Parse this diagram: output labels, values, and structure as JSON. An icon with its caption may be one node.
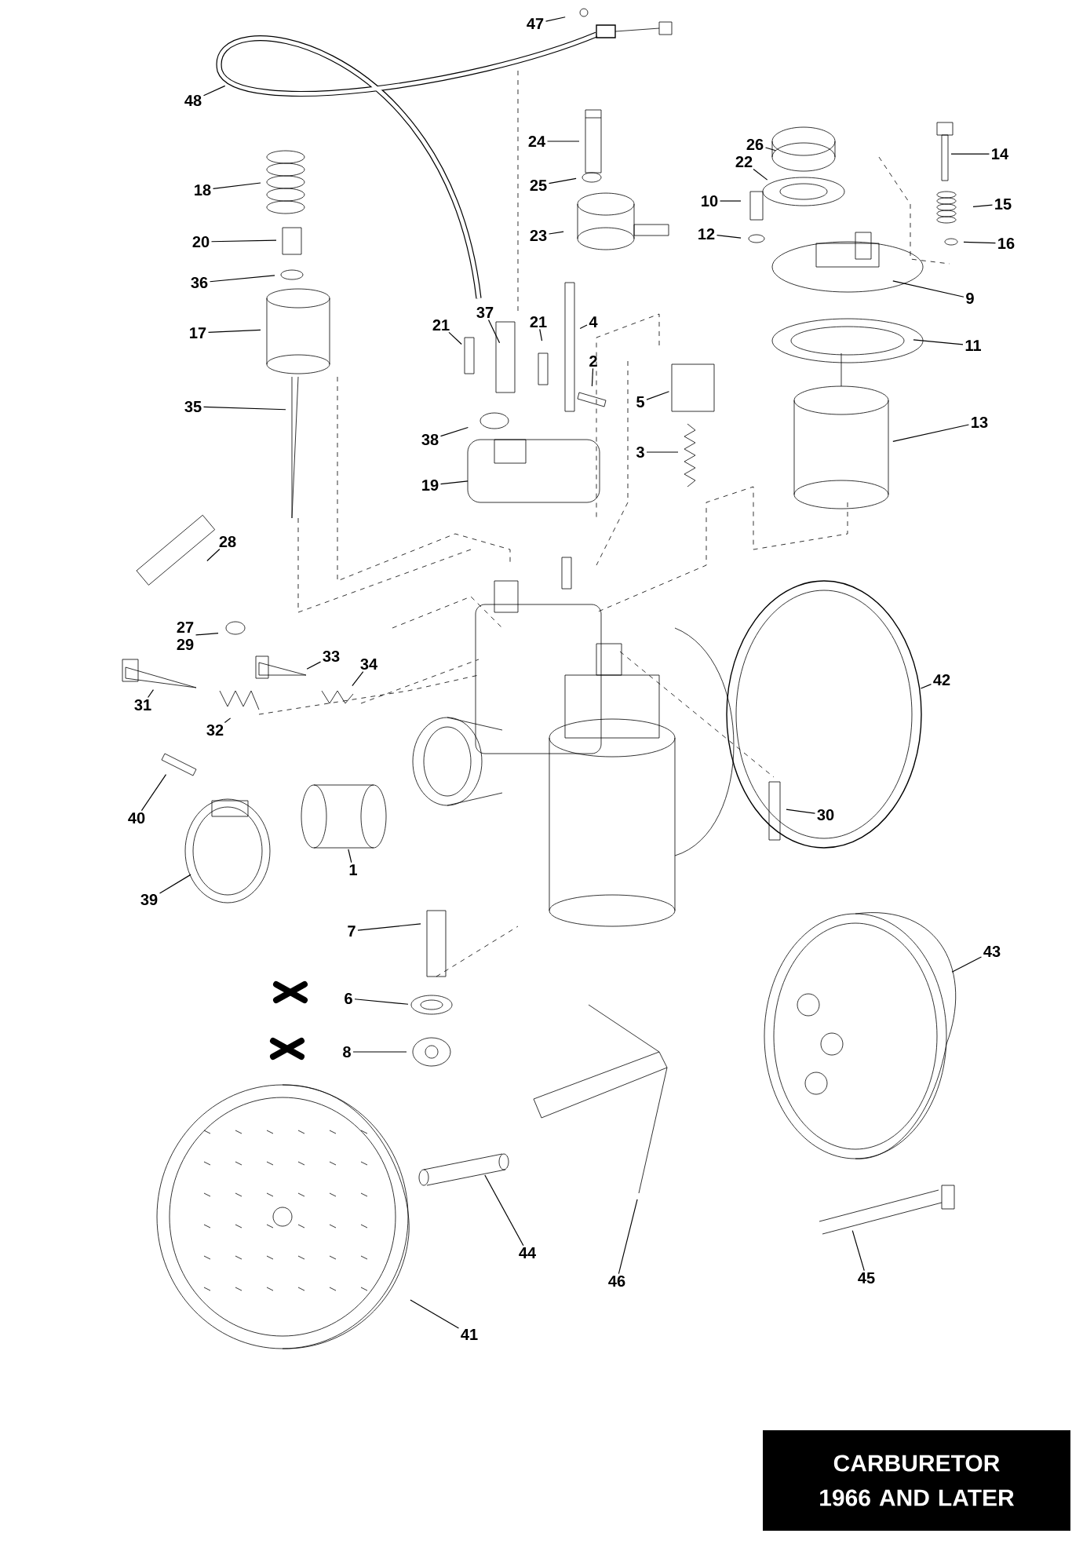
{
  "diagram": {
    "title": "CARBURETOR 1966 AND LATER",
    "nodes": [
      {
        "text": [
          "47"
        ]
      },
      {
        "text": [
          "48"
        ]
      },
      {
        "text": [
          "24"
        ]
      },
      {
        "text": [
          "26"
        ]
      },
      {
        "text": [
          "14"
        ]
      },
      {
        "text": [
          "22"
        ]
      },
      {
        "text": [
          "25"
        ]
      },
      {
        "text": [
          "18"
        ]
      },
      {
        "text": [
          "10"
        ]
      },
      {
        "text": [
          "15"
        ]
      },
      {
        "text": [
          "23"
        ]
      },
      {
        "text": [
          "12"
        ]
      },
      {
        "text": [
          "20"
        ]
      },
      {
        "text": [
          "16"
        ]
      },
      {
        "text": [
          "36"
        ]
      },
      {
        "text": [
          "9"
        ]
      },
      {
        "text": [
          "21"
        ]
      },
      {
        "text": [
          "37"
        ]
      },
      {
        "text": [
          "21"
        ]
      },
      {
        "text": [
          "4"
        ]
      },
      {
        "text": [
          "17"
        ]
      },
      {
        "text": [
          "11"
        ]
      },
      {
        "text": [
          "2"
        ]
      },
      {
        "text": [
          "5"
        ]
      },
      {
        "text": [
          "35"
        ]
      },
      {
        "text": [
          "13"
        ]
      },
      {
        "text": [
          "38"
        ]
      },
      {
        "text": [
          "3"
        ]
      },
      {
        "text": [
          "19"
        ]
      },
      {
        "text": [
          "28"
        ]
      },
      {
        "text": [
          "27",
          "29"
        ]
      },
      {
        "text": [
          "33"
        ]
      },
      {
        "text": [
          "34"
        ]
      },
      {
        "text": [
          "31"
        ]
      },
      {
        "text": [
          "32"
        ]
      },
      {
        "text": [
          "42"
        ]
      },
      {
        "text": [
          "40"
        ]
      },
      {
        "text": [
          "30"
        ]
      },
      {
        "text": [
          "1"
        ]
      },
      {
        "text": [
          "39"
        ]
      },
      {
        "text": [
          "7"
        ]
      },
      {
        "text": [
          "43"
        ]
      },
      {
        "text": [
          "6"
        ]
      },
      {
        "text": [
          "8"
        ]
      },
      {
        "text": [
          "44"
        ]
      },
      {
        "text": [
          "46"
        ]
      },
      {
        "text": [
          "45"
        ]
      },
      {
        "text": [
          "41"
        ]
      }
    ],
    "edges": [
      {
        "from": 0,
        "to": null,
        "arrow": "none"
      },
      {
        "from": 1,
        "to": null,
        "arrow": "none"
      },
      {
        "from": 2,
        "to": null,
        "arrow": "none"
      },
      {
        "from": 3,
        "to": null,
        "arrow": "none"
      },
      {
        "from": 4,
        "to": null,
        "arrow": "none"
      },
      {
        "from": 5,
        "to": null,
        "arrow": "none"
      },
      {
        "from": 6,
        "to": null,
        "arrow": "none"
      },
      {
        "from": 7,
        "to": null,
        "arrow": "none"
      },
      {
        "from": 8,
        "to": null,
        "arrow": "none"
      },
      {
        "from": 9,
        "to": null,
        "arrow": "none"
      },
      {
        "from": 10,
        "to": null,
        "arrow": "none"
      },
      {
        "from": 11,
        "to": null,
        "arrow": "none"
      },
      {
        "from": 12,
        "to": null,
        "arrow": "none"
      },
      {
        "from": 13,
        "to": null,
        "arrow": "none"
      },
      {
        "from": 14,
        "to": null,
        "arrow": "none"
      },
      {
        "from": 15,
        "to": null,
        "arrow": "none"
      },
      {
        "from": 16,
        "to": null,
        "arrow": "none"
      },
      {
        "from": 17,
        "to": null,
        "arrow": "none"
      },
      {
        "from": 18,
        "to": null,
        "arrow": "none"
      },
      {
        "from": 19,
        "to": null,
        "arrow": "none"
      },
      {
        "from": 20,
        "to": null,
        "arrow": "none"
      },
      {
        "from": 21,
        "to": null,
        "arrow": "none"
      },
      {
        "from": 22,
        "to": null,
        "arrow": "none"
      },
      {
        "from": 23,
        "to": null,
        "arrow": "none"
      },
      {
        "from": 24,
        "to": null,
        "arrow": "none"
      },
      {
        "from": 25,
        "to": null,
        "arrow": "none"
      },
      {
        "from": 26,
        "to": null,
        "arrow": "none"
      },
      {
        "from": 27,
        "to": null,
        "arrow": "none"
      },
      {
        "from": 28,
        "to": null,
        "arrow": "none"
      },
      {
        "from": 29,
        "to": null,
        "arrow": "none"
      },
      {
        "from": 30,
        "to": null,
        "arrow": "none"
      },
      {
        "from": 31,
        "to": null,
        "arrow": "none"
      },
      {
        "from": 32,
        "to": null,
        "arrow": "none"
      },
      {
        "from": 33,
        "to": null,
        "arrow": "none"
      },
      {
        "from": 34,
        "to": null,
        "arrow": "none"
      },
      {
        "from": 35,
        "to": null,
        "arrow": "none"
      },
      {
        "from": 36,
        "to": null,
        "arrow": "none"
      },
      {
        "from": 37,
        "to": null,
        "arrow": "none"
      },
      {
        "from": 38,
        "to": null,
        "arrow": "none"
      },
      {
        "from": 39,
        "to": null,
        "arrow": "none"
      },
      {
        "from": 40,
        "to": null,
        "arrow": "none"
      },
      {
        "from": 41,
        "to": null,
        "arrow": "none"
      },
      {
        "from": 42,
        "to": null,
        "arrow": "none"
      },
      {
        "from": 43,
        "to": null,
        "arrow": "none"
      },
      {
        "from": 44,
        "to": null,
        "arrow": "none"
      },
      {
        "from": 45,
        "to": null,
        "arrow": "none"
      },
      {
        "from": 46,
        "to": null,
        "arrow": "none"
      },
      {
        "from": 47,
        "to": null,
        "arrow": "none"
      }
    ]
  }
}
